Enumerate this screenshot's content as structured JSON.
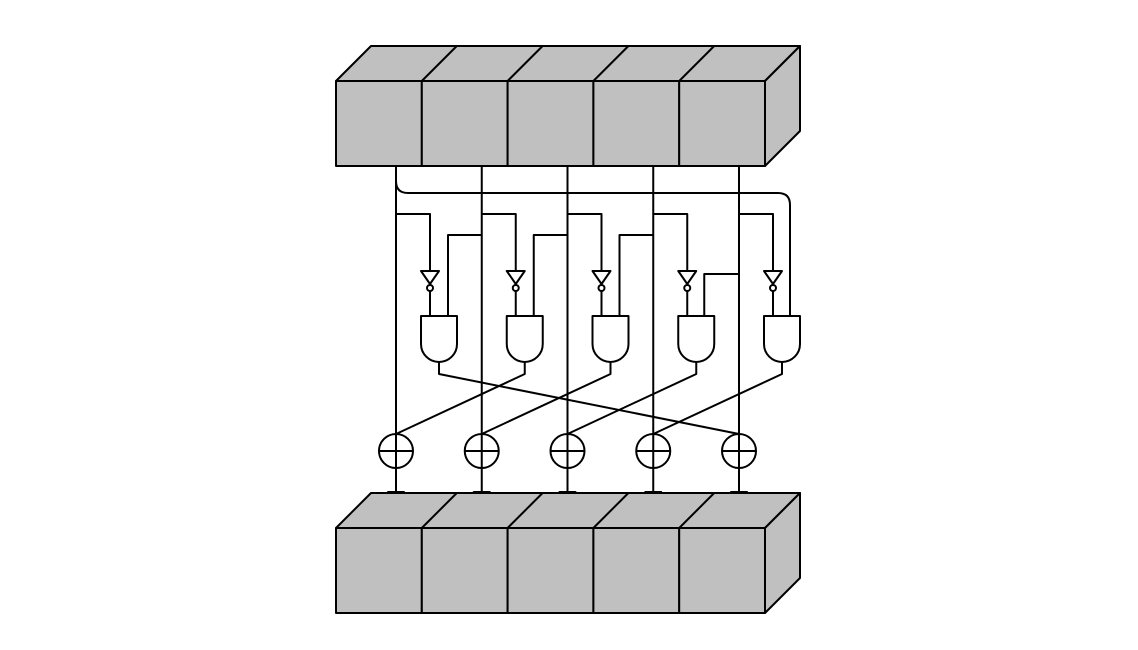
{
  "diagram": {
    "type": "circuit",
    "lanes": 5,
    "colors": {
      "cell_fill": "#c0c0c0",
      "stroke": "#000000",
      "background": "#ffffff"
    },
    "and_output_to_xor": [
      4,
      0,
      1,
      2,
      3
    ]
  }
}
